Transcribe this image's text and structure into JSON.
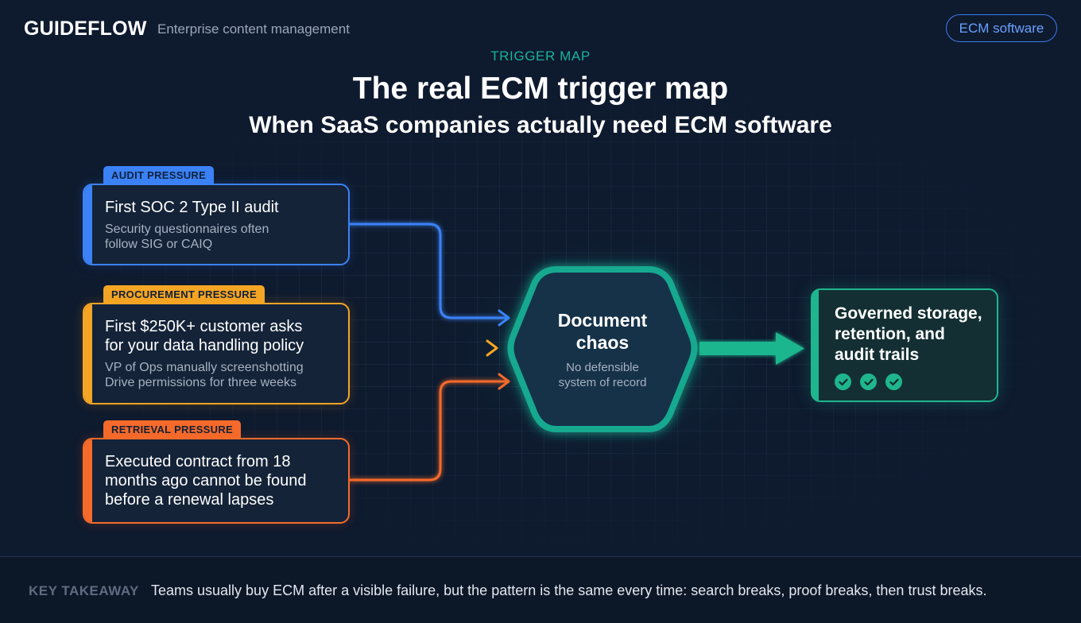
{
  "header": {
    "brand": "GUIDEFLOW",
    "brand_subtitle": "Enterprise content management",
    "pill_label": "ECM software"
  },
  "hero": {
    "eyebrow": "TRIGGER MAP",
    "title": "The real ECM trigger map",
    "subtitle": "When SaaS companies actually need ECM software"
  },
  "triggers": [
    {
      "tag": "AUDIT PRESSURE",
      "title": "First SOC 2 Type II audit",
      "detail_lines": [
        "Security questionnaires often",
        "follow SIG or CAIQ"
      ],
      "color": "#3b82f6"
    },
    {
      "tag": "PROCUREMENT PRESSURE",
      "title_lines": [
        "First $250K+ customer asks",
        "for your data handling policy"
      ],
      "detail_lines": [
        "VP of Ops manually screenshotting",
        "Drive permissions for three weeks"
      ],
      "color": "#f5a524"
    },
    {
      "tag": "RETRIEVAL PRESSURE",
      "title_lines": [
        "Executed contract from 18",
        "months ago cannot be found",
        "before a renewal lapses"
      ],
      "color": "#f56a2a"
    }
  ],
  "center": {
    "title_lines": [
      "Document",
      "chaos"
    ],
    "subtitle_lines": [
      "No defensible",
      "system of record"
    ],
    "color": "#14a98f"
  },
  "outcome": {
    "lines": [
      "Governed storage,",
      "retention, and",
      "audit trails"
    ],
    "check_icon_count": 3,
    "color": "#1fb68e"
  },
  "footer": {
    "label": "KEY TAKEAWAY",
    "text": "Teams usually buy ECM after a visible failure, but the pattern is the same every time: search breaks, proof breaks, then trust breaks."
  }
}
